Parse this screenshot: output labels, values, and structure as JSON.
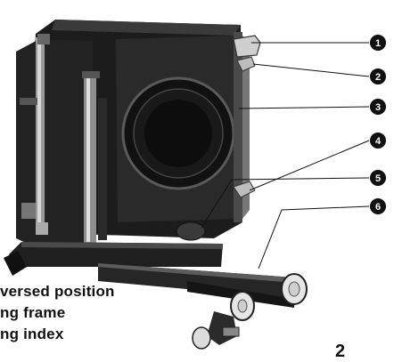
{
  "figure": {
    "callouts": [
      {
        "number": "1"
      },
      {
        "number": "2"
      },
      {
        "number": "3"
      },
      {
        "number": "4"
      },
      {
        "number": "5"
      },
      {
        "number": "6"
      }
    ]
  },
  "caption": {
    "lines": [
      "versed position",
      "ng frame",
      "ng index"
    ]
  },
  "page_mark": "2"
}
